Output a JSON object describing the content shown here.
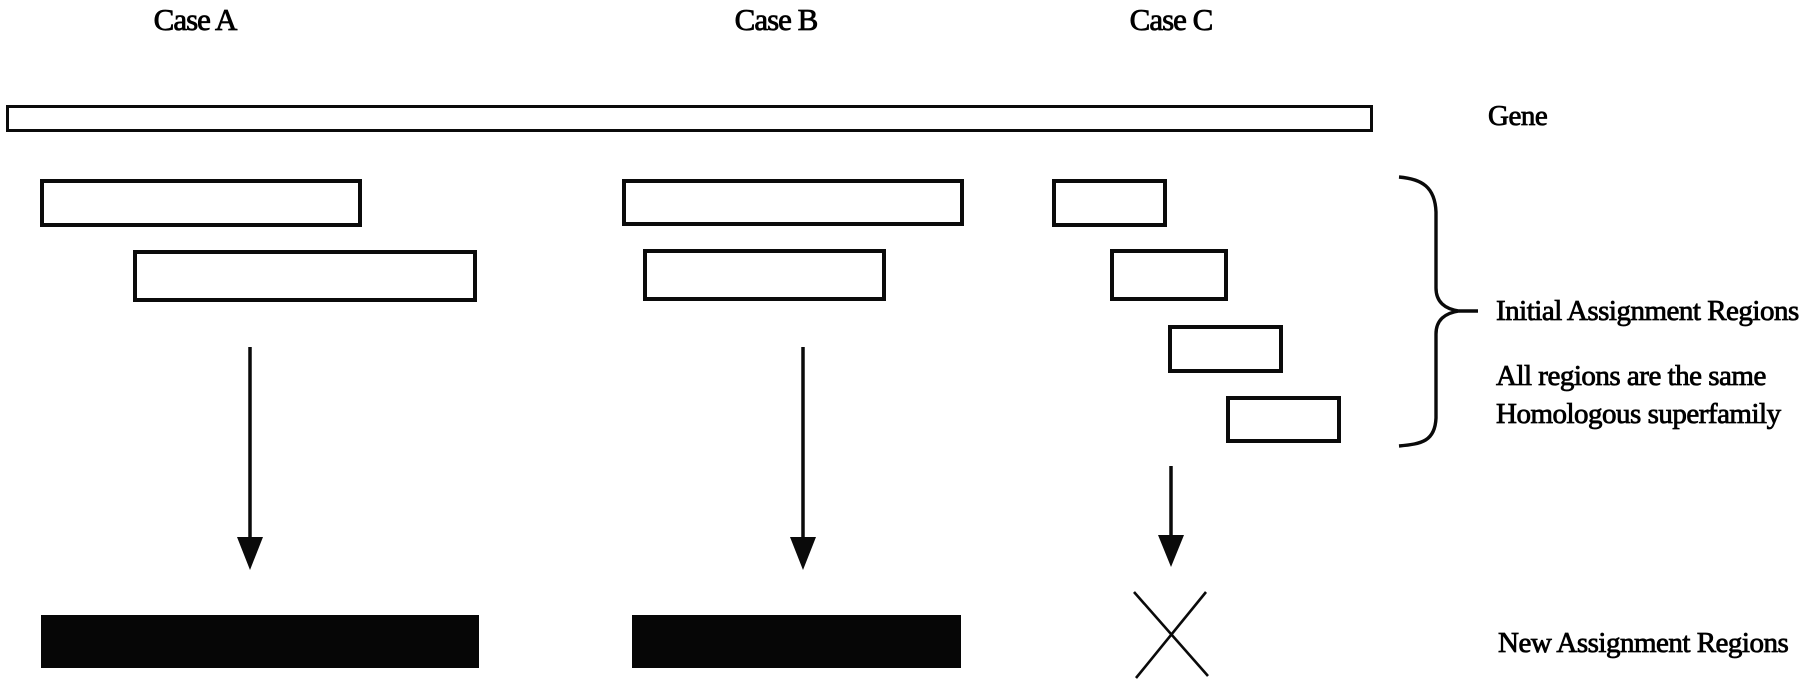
{
  "cases": [
    {
      "label": "Case A",
      "initial_region_count": 2,
      "outcome": "merged-region"
    },
    {
      "label": "Case B",
      "initial_region_count": 2,
      "outcome": "merged-region"
    },
    {
      "label": "Case C",
      "initial_region_count": 4,
      "outcome": "no-assignment"
    }
  ],
  "gene_label": "Gene",
  "annotations": {
    "initial_regions": "Initial Assignment Regions",
    "note_line1": "All regions are the same",
    "note_line2": "Homologous superfamily",
    "new_regions": "New Assignment Regions"
  },
  "colors": {
    "ink": "#000000",
    "region_fill": "#ffffff",
    "new_region_fill": "#060606",
    "background": "#ffffff"
  }
}
